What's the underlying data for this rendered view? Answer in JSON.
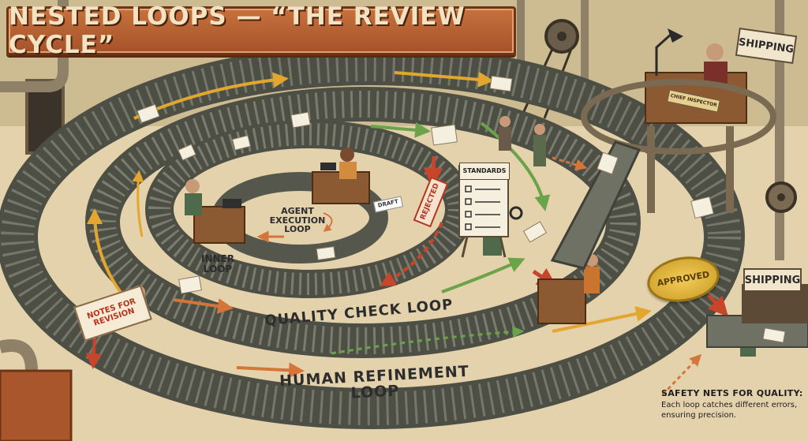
{
  "title": "NESTED LOOPS — “THE REVIEW CYCLE”",
  "signs": {
    "shipping_top": "SHIPPING",
    "shipping_bottom": "SHIPPING"
  },
  "loops": {
    "agent_execution": "AGENT EXECUTION LOOP",
    "inner": "INNER LOOP",
    "quality_check": "QUALITY CHECK LOOP",
    "human_refinement": "HUMAN REFINEMENT LOOP"
  },
  "cards": {
    "notes_for_revision": "NOTES FOR REVISION",
    "rejected": "REJECTED",
    "standards": "STANDARDS",
    "draft": "DRAFT",
    "chief_inspector": "CHIEF INSPECTOR",
    "approved": "APPROVED"
  },
  "footer": {
    "title": "SAFETY NETS FOR QUALITY:",
    "body": "Each loop catches different errors, ensuring precision."
  },
  "colors": {
    "background": "#e9d9b8",
    "banner": "#b85f31",
    "belt": "#6f7164",
    "arrow_yellow": "#e3a62f",
    "arrow_green": "#6aa349",
    "arrow_red": "#c8452c",
    "arrow_orange": "#d6753a",
    "seal_gold": "#d8ad3b"
  }
}
